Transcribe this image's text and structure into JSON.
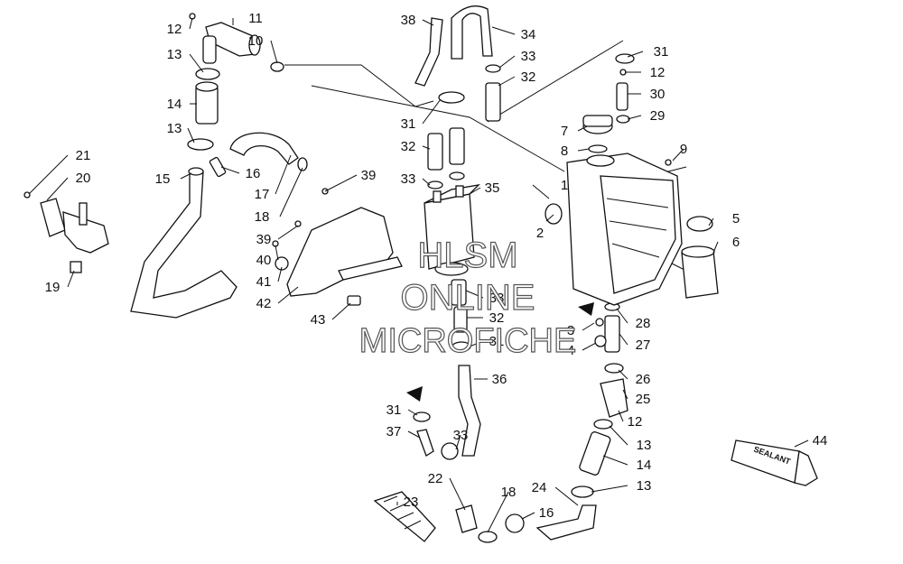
{
  "watermark": {
    "line1": "HLSM",
    "line2": "ONLINE",
    "line3": "MICROFICHE"
  },
  "sealant_tube_label": "SEALANT",
  "callouts": [
    "1",
    "2",
    "3",
    "4",
    "5",
    "6",
    "7",
    "8",
    "9",
    "10",
    "11",
    "12",
    "12",
    "12",
    "13",
    "13",
    "13",
    "13",
    "14",
    "14",
    "15",
    "16",
    "16",
    "17",
    "18",
    "18",
    "19",
    "20",
    "21",
    "22",
    "23",
    "24",
    "25",
    "26",
    "27",
    "28",
    "29",
    "30",
    "31",
    "31",
    "31",
    "31",
    "32",
    "32",
    "32",
    "33",
    "33",
    "33",
    "33",
    "34",
    "35",
    "36",
    "37",
    "38",
    "39",
    "39",
    "40",
    "41",
    "42",
    "43",
    "44"
  ]
}
